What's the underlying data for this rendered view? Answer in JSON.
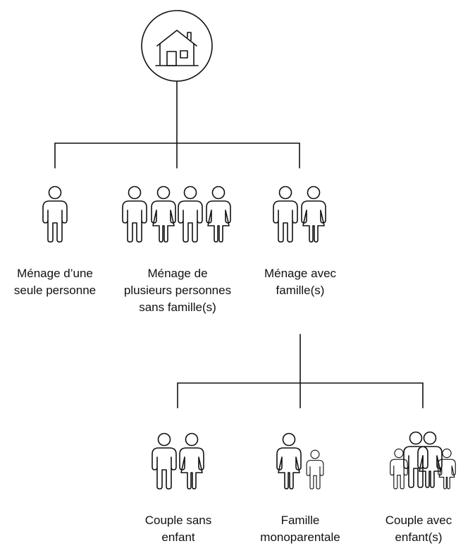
{
  "colors": {
    "stroke": "#111111",
    "background": "#ffffff"
  },
  "root": {
    "icon": "house-icon"
  },
  "level1": [
    {
      "icon": "person-icon",
      "label": "Ménage d’une\nseule personne"
    },
    {
      "icon": "group-of-people-icon",
      "label": "Ménage de\nplusieurs personnes\nsans famille(s)"
    },
    {
      "icon": "couple-icon",
      "label": "Ménage avec\nfamille(s)"
    }
  ],
  "level2": [
    {
      "icon": "couple-icon",
      "label": "Couple sans\nenfant"
    },
    {
      "icon": "parent-and-child-icon",
      "label": "Famille\nmonoparentale"
    },
    {
      "icon": "family-with-children-icon",
      "label": "Couple avec\nenfant(s)"
    }
  ]
}
